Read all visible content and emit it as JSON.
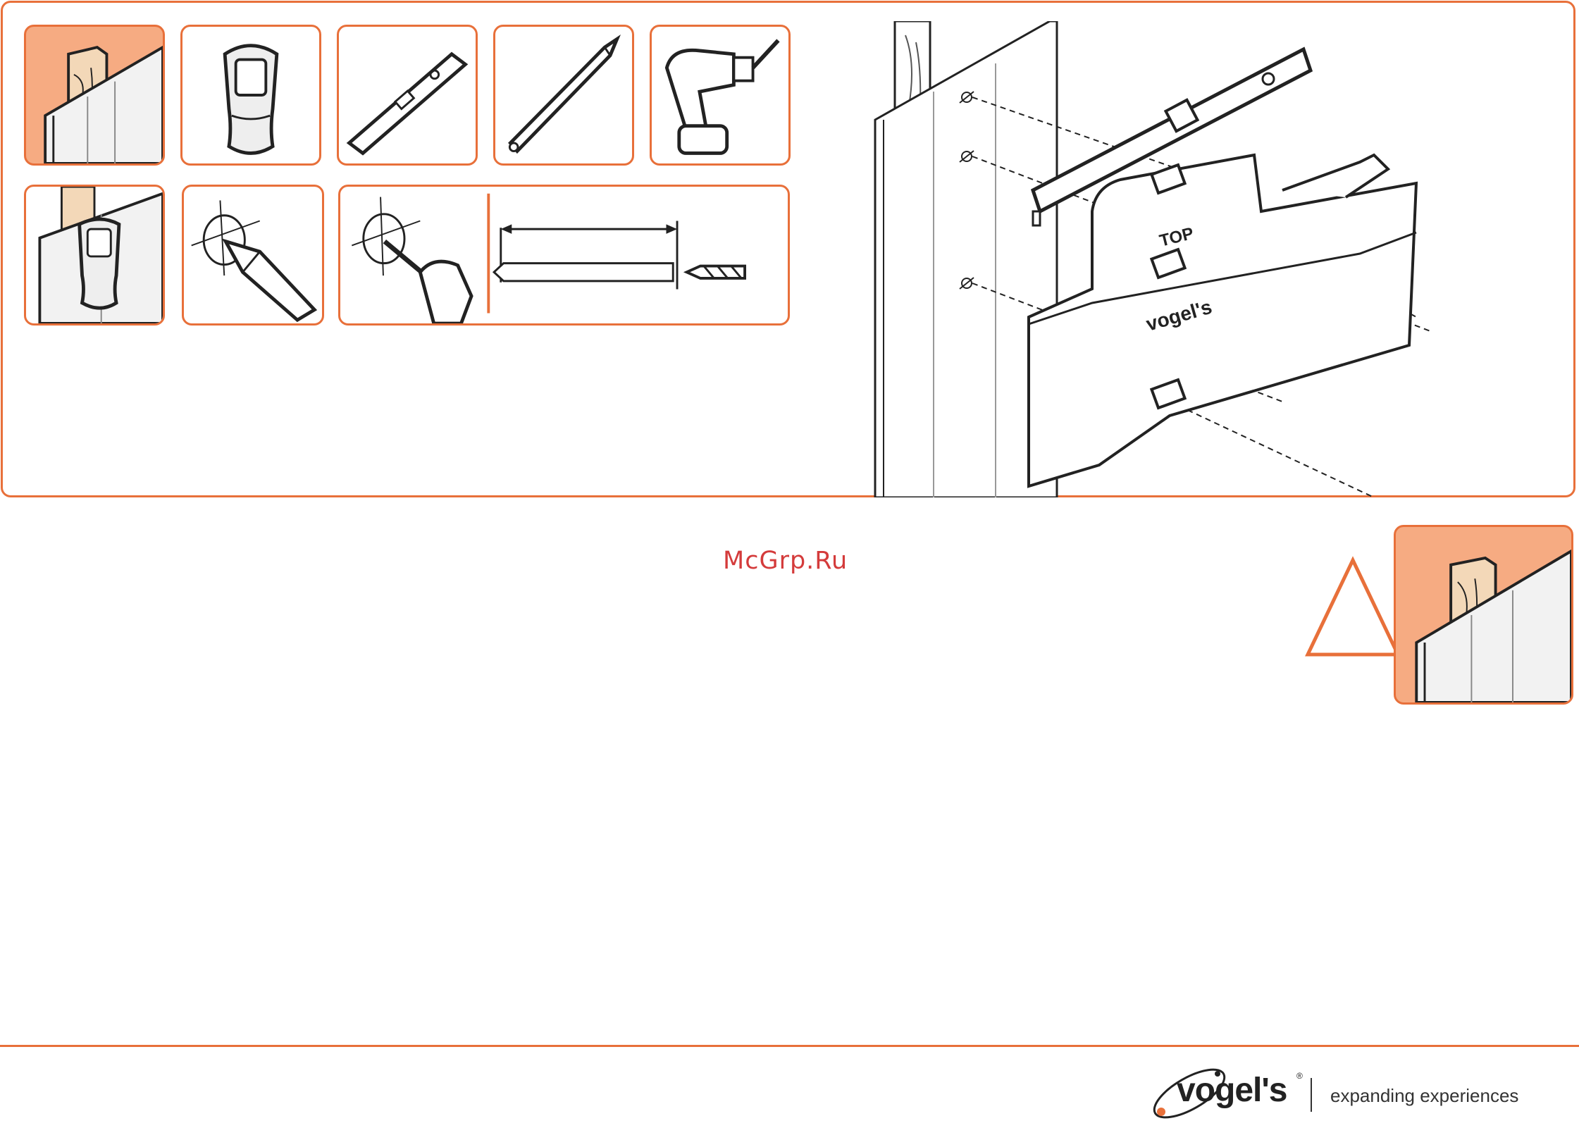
{
  "watermark": "McGrp.Ru",
  "bracket_label": "TOP",
  "bracket_brand": "vogel's",
  "footer": {
    "brand_name": "vogel's",
    "registered_mark": "®",
    "tagline": "expanding experiences"
  },
  "icons": {
    "tools": [
      "wall-stud-icon",
      "stud-finder-icon",
      "spirit-level-icon",
      "pencil-icon",
      "power-drill-icon"
    ],
    "steps": [
      "locate-stud-icon",
      "mark-hole-icon",
      "drill-hole-icon",
      "drill-depth-icon"
    ],
    "warning": "warning-triangle-icon"
  },
  "colors": {
    "accent": "#e8703a",
    "accent_fill": "#f6ab82",
    "watermark": "#d43b3b",
    "ink": "#222222"
  }
}
